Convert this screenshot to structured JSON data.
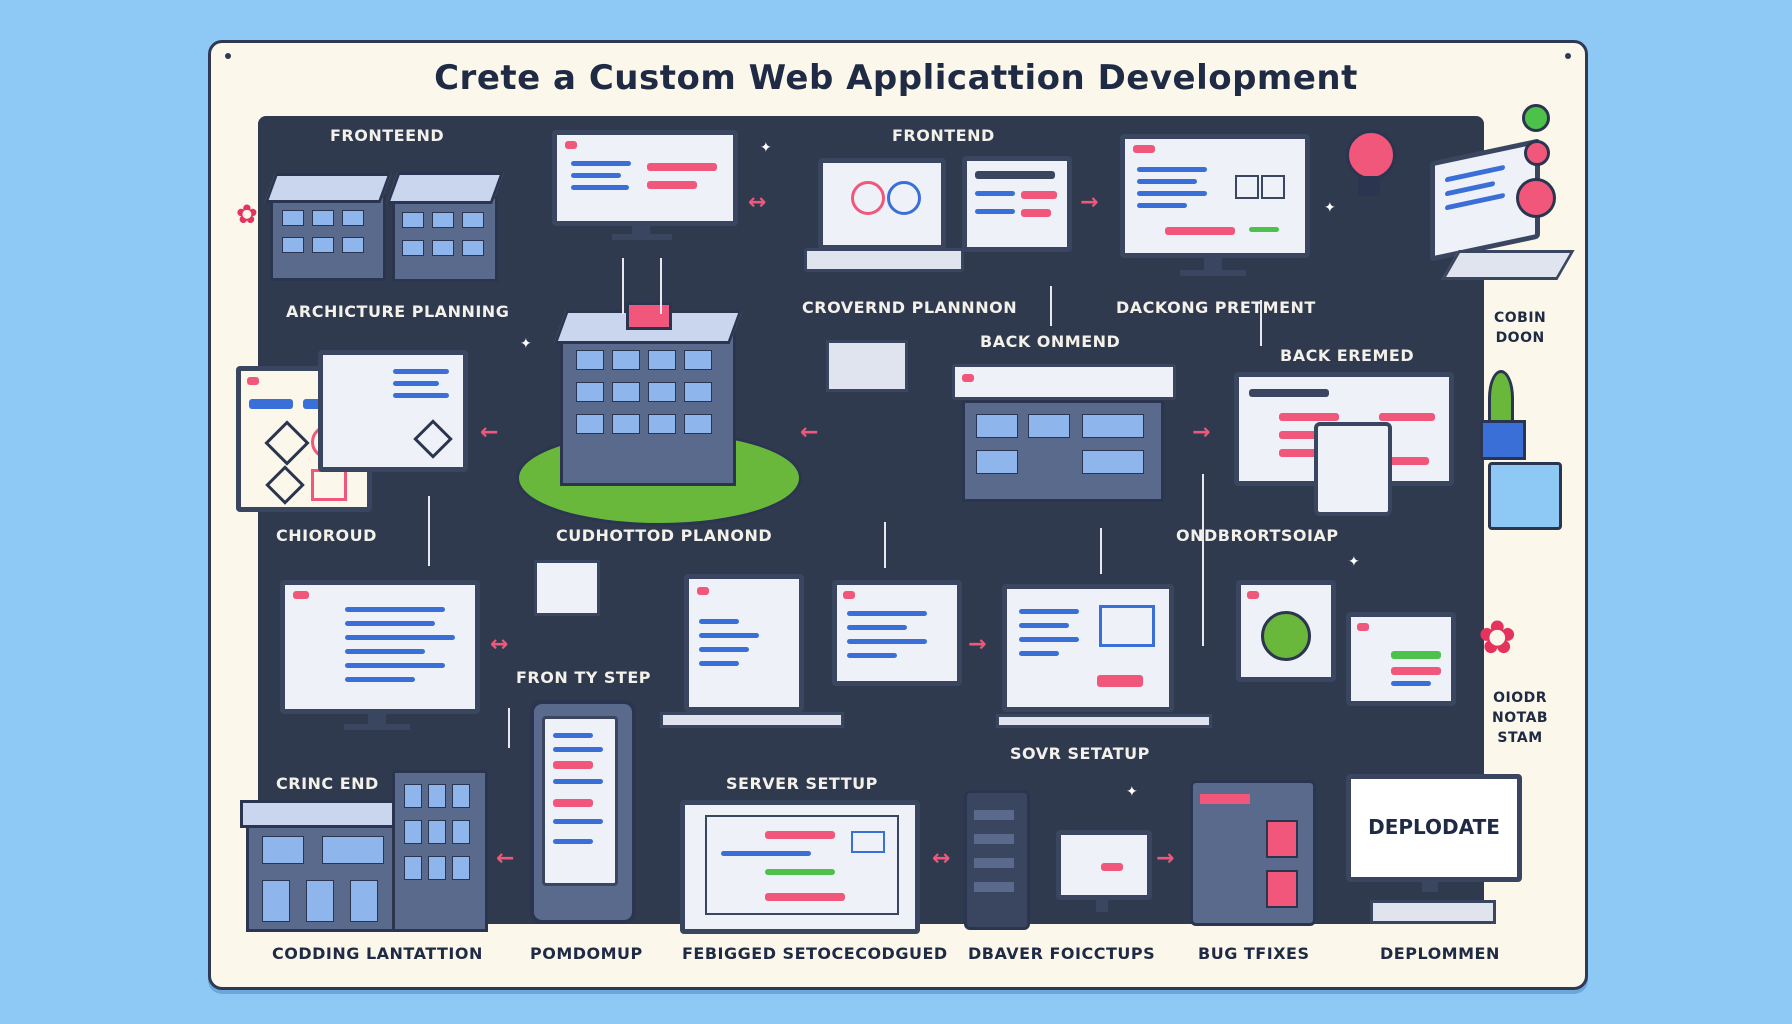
{
  "title": "Crete a Custom Web Applicattion Development",
  "labels": {
    "frontend_left": "FRONTEEND",
    "frontend_top": "FRONTEND",
    "architecture": "ARCHICTURE PLANNING",
    "crovernd": "CROVERND PLANNNON",
    "dackong": "DACKONG PRETMENT",
    "back_onmend": "BACK ONMEND",
    "back_eremed": "BACK EREMED",
    "chioroud": "CHIOROUD",
    "cudhottod": "CUDHOTTOD PLANOND",
    "ondbrort": "ONDBRORTSOIAP",
    "fron_ty_step": "FRON TY STEP",
    "crinc_end": "CRINC END",
    "server_setup": "SERVER      SETTUP",
    "sovr_setatup": "SOVR    SETATUP",
    "deplodate": "DEPLODATE",
    "coding": "CODDING LANTATTION",
    "pomdomup": "POMDOMUP",
    "febigged": "FEBIGGED SETOCECODGUED",
    "dbaver": "DBAVER FOICCTUPS",
    "bug_fixes": "BUG TFIXES",
    "deplommen": "DEPLOMMEN",
    "cobin": "COBIN\nDOON",
    "oiodr": "OIODR\nNOTAB\nSTAM"
  },
  "colors": {
    "background": "#8ec9f6",
    "board": "#fbf7ea",
    "panel": "#2f3a4f",
    "accent_pink": "#f0577a",
    "accent_blue": "#3b6fd8",
    "accent_green": "#4cc24a"
  },
  "icons": [
    "building-icon",
    "monitor-icon",
    "laptop-icon",
    "server-icon",
    "lightbulb-icon",
    "flower-icon",
    "tablet-icon",
    "phone-icon"
  ]
}
